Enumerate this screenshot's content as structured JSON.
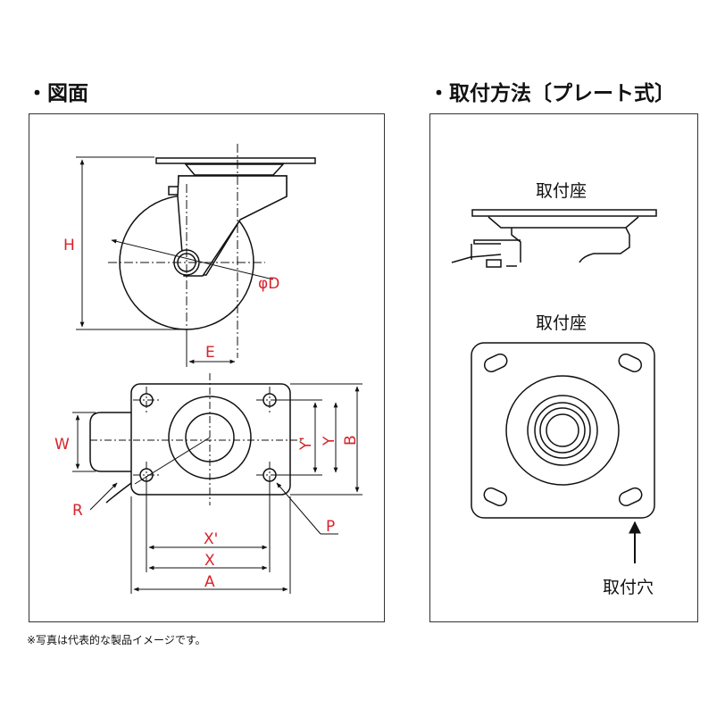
{
  "left": {
    "title": "・図面",
    "dims": {
      "H": "H",
      "D": "φD",
      "E": "E",
      "W": "W",
      "R": "R",
      "Yp": "Y'",
      "Y": "Y",
      "B": "B",
      "P": "P",
      "Xp": "X'",
      "X": "X",
      "A": "A"
    }
  },
  "right": {
    "title": "・取付方法〔プレート式〕",
    "labels": {
      "seat_side": "取付座",
      "seat_top": "取付座",
      "hole": "取付穴"
    }
  },
  "footnote": "※写真は代表的な製品イメージです。",
  "colors": {
    "dimension": "#d8232a",
    "line": "#111111"
  }
}
